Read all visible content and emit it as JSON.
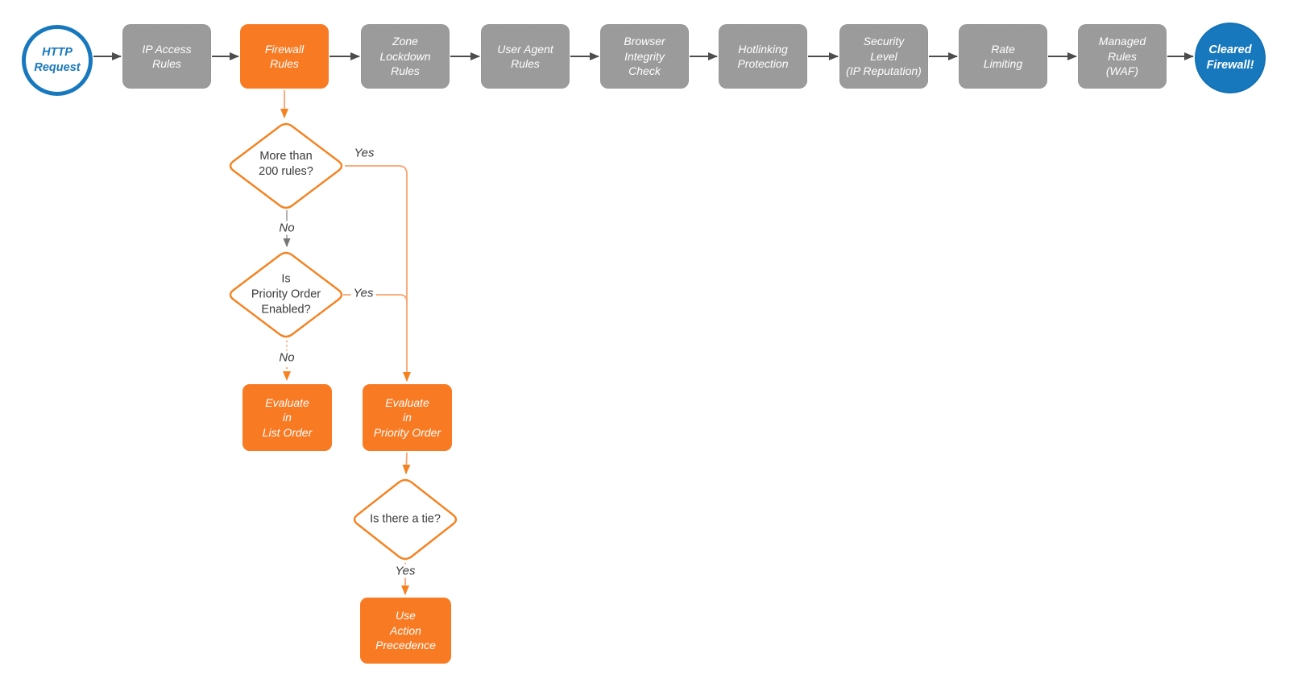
{
  "nodes": {
    "http_request": "HTTP\nRequest",
    "ip_access": "IP Access\nRules",
    "firewall": "Firewall\nRules",
    "zone_lockdown": "Zone\nLockdown\nRules",
    "user_agent": "User Agent\nRules",
    "browser_integrity": "Browser\nIntegrity\nCheck",
    "hotlinking": "Hotlinking\nProtection",
    "security_level": "Security\nLevel\n(IP Reputation)",
    "rate_limiting": "Rate\nLimiting",
    "managed_rules": "Managed\nRules\n(WAF)",
    "cleared_firewall": "Cleared\nFirewall!",
    "decision_more_rules": "More than\n200 rules?",
    "decision_priority_order": "Is\nPriority Order\nEnabled?",
    "decision_tie": "Is there a tie?",
    "evaluate_list_order": "Evaluate\nin\nList Order",
    "evaluate_priority_order": "Evaluate\nin\nPriority Order",
    "use_action_precedence": "Use\nAction\nPrecedence"
  },
  "edge_labels": {
    "yes_more_rules": "Yes",
    "no_more_rules": "No",
    "yes_priority_order": "Yes",
    "no_priority_order": "No",
    "yes_tie": "Yes"
  },
  "colors": {
    "orange_fill": "#F87A23",
    "orange_stroke": "#F58220",
    "orange_line_light": "#FAA36E",
    "gray_fill": "#9B9B9B",
    "arrow_dark_gray": "#4D4D4D",
    "blue": "#1878BE",
    "text_dark": "#3A3A3A"
  }
}
